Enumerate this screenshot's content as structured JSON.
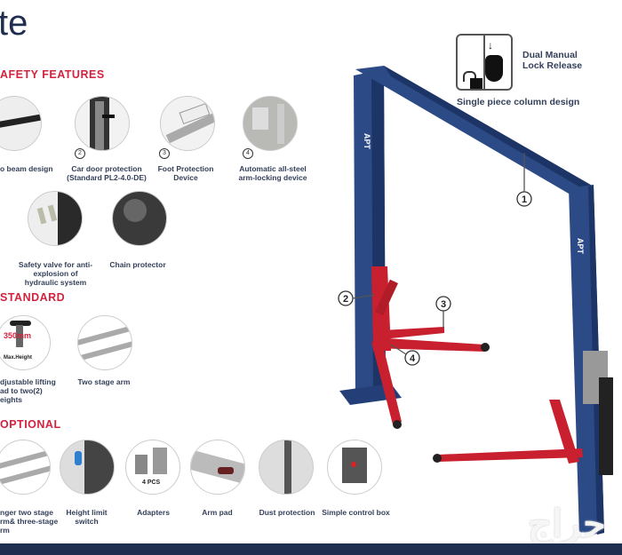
{
  "title": "te",
  "sections": {
    "safety": "AFETY  FEATURES",
    "standard": "STANDARD",
    "optional": "OPTIONAL"
  },
  "safety_items": [
    {
      "label": "o beam design",
      "num": ""
    },
    {
      "label": "Car door protection (Standard PL2-4.0-DE)",
      "num": "2"
    },
    {
      "label": "Foot Protection Device",
      "num": "3"
    },
    {
      "label": "Automatic all-steel arm-locking device",
      "num": "4"
    },
    {
      "label": "Safety valve for anti-explosion of hydraulic system",
      "num": ""
    },
    {
      "label": "Chain protector",
      "num": ""
    }
  ],
  "standard_items": [
    {
      "label": "djustable lifting ad to two(2) eights",
      "overlay": "350mm",
      "sub": "Max.Height"
    },
    {
      "label": "Two stage arm"
    }
  ],
  "optional_items": [
    {
      "label": "nger two stage rm& three-stage rm"
    },
    {
      "label": "Height limit switch"
    },
    {
      "label": "Adapters",
      "overlay": "4 PCS"
    },
    {
      "label": "Arm pad"
    },
    {
      "label": "Dust protection"
    },
    {
      "label": "Simple control box"
    }
  ],
  "lock_release": {
    "line1": "Dual Manual",
    "line2": "Lock Release"
  },
  "column_caption": "Single piece column design",
  "callouts": [
    "1",
    "2",
    "3",
    "4"
  ],
  "brand": "APT",
  "watermark": "حراج",
  "colors": {
    "navy": "#1f2d4f",
    "red": "#d2233f",
    "column": "#2b4a86",
    "arm": "#c8202e"
  }
}
